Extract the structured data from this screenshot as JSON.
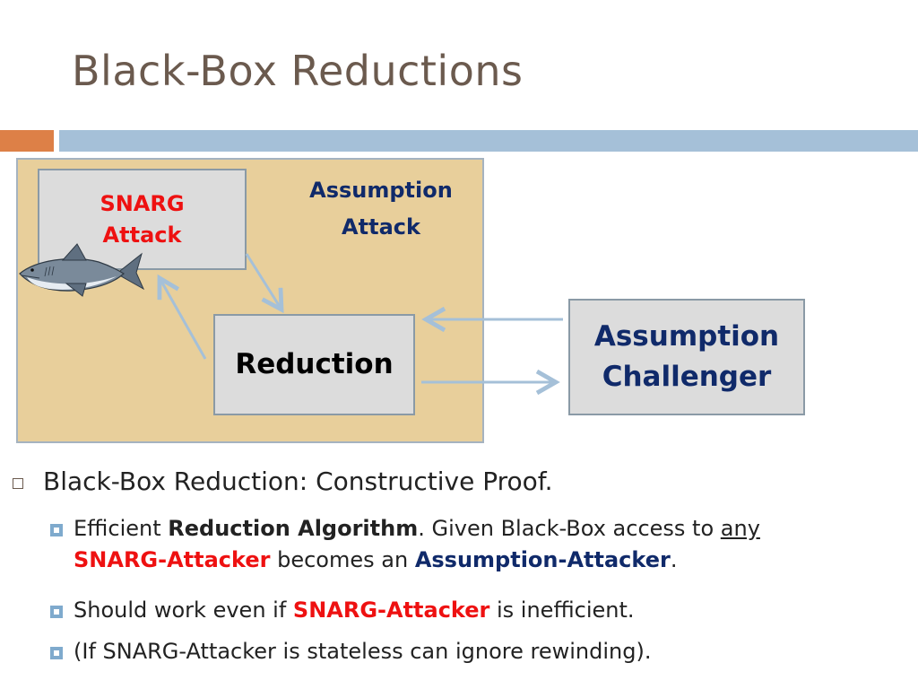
{
  "slide": {
    "title": "Black-Box Reductions"
  },
  "diagram": {
    "snarg_box": {
      "line1": "SNARG",
      "line2": "Attack"
    },
    "assumption_attack": {
      "line1": "Assumption",
      "line2": "Attack"
    },
    "reduction_box": {
      "label": "Reduction"
    },
    "challenger_box": {
      "line1": "Assumption",
      "line2": "Challenger"
    },
    "colors": {
      "outer_fill": "#e8cf9b",
      "box_fill": "#dcdcdc",
      "red_text": "#ee1111",
      "navy_text": "#102a6a",
      "arrow": "#a5c0d8",
      "accent_orange": "#dd8047",
      "accent_blue": "#a5c0d8"
    },
    "icons": [
      "shark-icon"
    ]
  },
  "bullets": {
    "main": "Black-Box Reduction: Constructive Proof.",
    "sub1": {
      "p1": "Efficient ",
      "p2": "Reduction Algorithm",
      "p3": ". Given Black-Box access to ",
      "p4": "any",
      "p5": "SNARG-Attacker",
      "p6": " becomes an ",
      "p7": "Assumption-Attacker",
      "p8": "."
    },
    "sub2": {
      "p1": "Should work even if ",
      "p2": "SNARG-Attacker",
      "p3": " is inefficient."
    },
    "sub3": {
      "p1": "(If SNARG-Attacker is stateless can ignore rewinding)."
    }
  }
}
